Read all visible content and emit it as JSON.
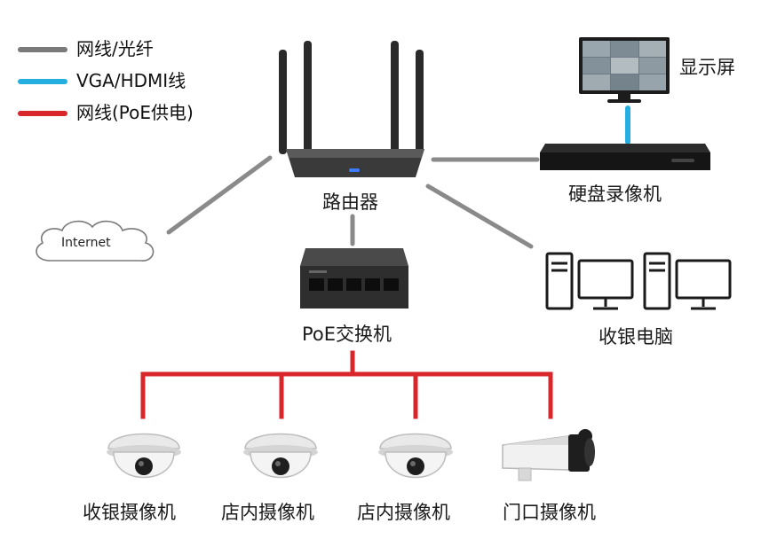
{
  "legend": [
    {
      "label": "网线/光纤",
      "color": "#7a7a7a"
    },
    {
      "label": "VGA/HDMI线",
      "color": "#25aee0"
    },
    {
      "label": "网线(PoE供电)",
      "color": "#d9262b"
    }
  ],
  "nodes": {
    "router": "路由器",
    "monitor": "显示屏",
    "nvr": "硬盘录像机",
    "internet": "Internet",
    "poe_switch": "PoE交换机",
    "cashier_pc": "收银电脑"
  },
  "cameras": [
    "收银摄像机",
    "店内摄像机",
    "店内摄像机",
    "门口摄像机"
  ],
  "colors": {
    "network": "#7a7a7a",
    "video": "#25aee0",
    "poe": "#d9262b"
  }
}
